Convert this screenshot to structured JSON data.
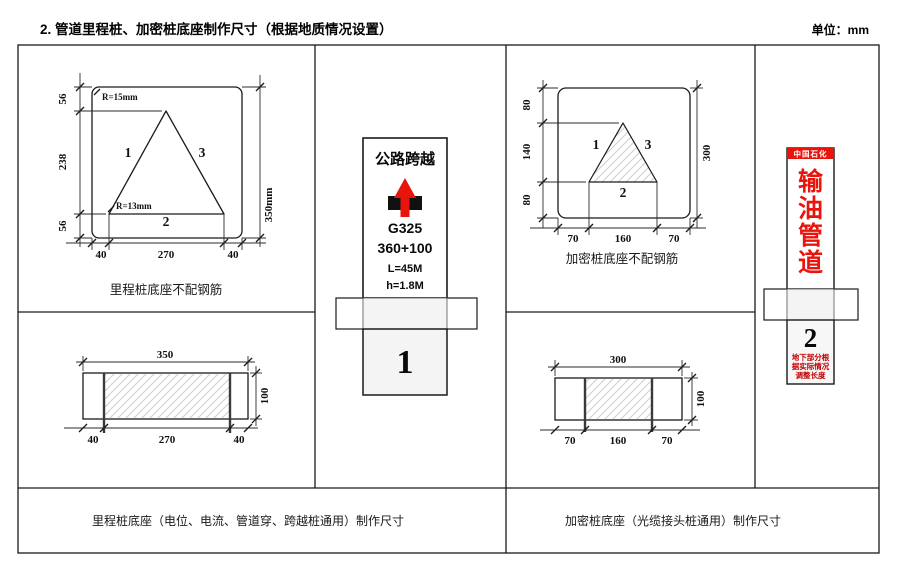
{
  "header": {
    "title": "2. 管道里程桩、加密桩底座制作尺寸（根据地质情况设置）",
    "unit": "单位：mm"
  },
  "milestone_panel": {
    "base_note": "里程桩底座不配钢筋",
    "caption": "里程桩底座（电位、电流、管道穿、跨越桩通用）制作尺寸",
    "top": {
      "r_top": "R=15mm",
      "r_bottom": "R=13mm",
      "side1": "1",
      "side2": "2",
      "side3": "3",
      "left_dims": [
        "56",
        "238",
        "56"
      ],
      "right_dim": "350mm",
      "bottom_dims": [
        "40",
        "270",
        "40"
      ]
    },
    "bottom": {
      "top_dim": "350",
      "right_dim": "100",
      "bottom_dims": [
        "40",
        "270",
        "40"
      ]
    }
  },
  "marker1": {
    "title": "公路跨越",
    "road": "G325",
    "stake": "360+100",
    "length": "L=45M",
    "height": "h=1.8M",
    "number": "1"
  },
  "densified_panel": {
    "base_note": "加密桩底座不配钢筋",
    "caption": "加密桩底座（光缆接头桩通用）制作尺寸",
    "top": {
      "side1": "1",
      "side2": "2",
      "side3": "3",
      "left_dims": [
        "80",
        "140",
        "80"
      ],
      "right_dim": "300",
      "bottom_dims": [
        "70",
        "160",
        "70"
      ]
    },
    "bottom": {
      "top_dim": "300",
      "right_dim": "100",
      "bottom_dims": [
        "70",
        "160",
        "70"
      ]
    }
  },
  "marker2": {
    "brand": "中国石化",
    "vertical_chars": [
      "输",
      "油",
      "管",
      "道"
    ],
    "number": "2",
    "note_lines": [
      "地下部分根",
      "据实际情况",
      "调整长度"
    ]
  },
  "colors": {
    "red": "#e8150c",
    "note_red": "#bf0000",
    "line_black": "#1a1a1a",
    "gray_fill": "#f4f4f4",
    "hatch_gray": "#cdcdcd"
  }
}
